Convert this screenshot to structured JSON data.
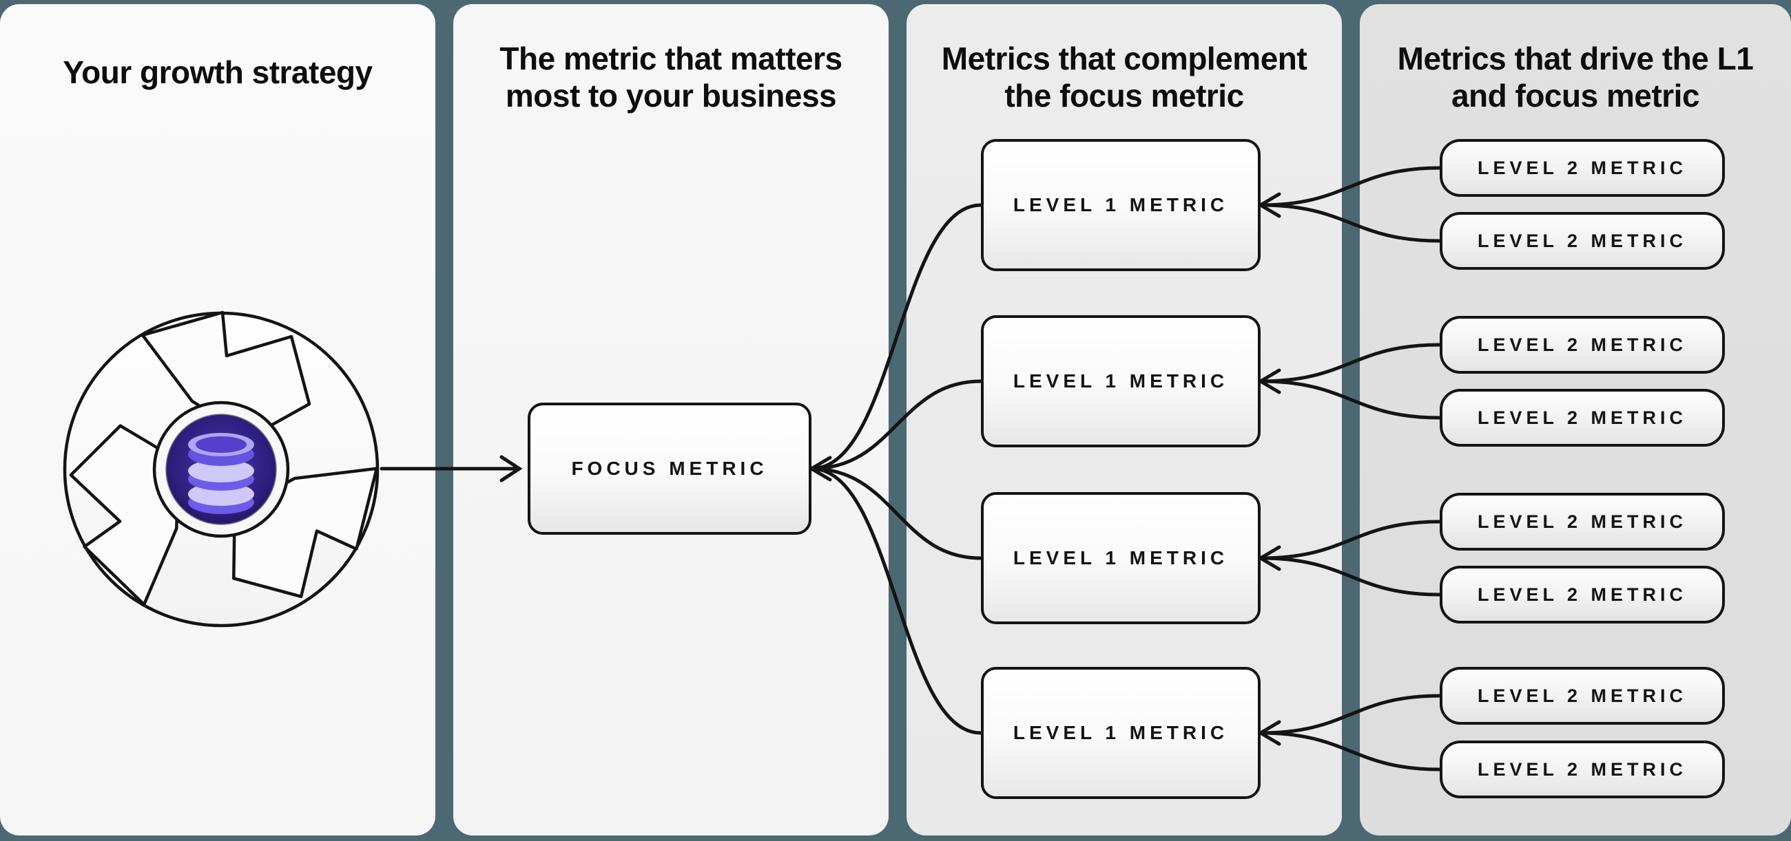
{
  "colors": {
    "background": "#4C6873",
    "panel1": "#F8F8F8",
    "panel2": "#F5F5F5",
    "panel3": "#EBEBEB",
    "panel4": "#DFDFDF",
    "line": "#141414",
    "icon_circle_center": "#4A37A9",
    "icon_circle_edge": "#201257",
    "icon_disc_light": "#CFC9FA",
    "icon_disc_mid": "#6D5BEA",
    "icon_disc_dark": "#5440CC"
  },
  "panels": [
    {
      "title_lines": [
        "Your growth strategy"
      ]
    },
    {
      "title_lines": [
        "The metric that matters",
        "most to your business"
      ]
    },
    {
      "title_lines": [
        "Metrics that complement",
        "the focus metric"
      ]
    },
    {
      "title_lines": [
        "Metrics that drive the L1",
        "and focus metric"
      ]
    }
  ],
  "nodes": {
    "focus": {
      "label": "FOCUS METRIC"
    },
    "level1": [
      {
        "label": "LEVEL 1 METRIC"
      },
      {
        "label": "LEVEL 1 METRIC"
      },
      {
        "label": "LEVEL 1 METRIC"
      },
      {
        "label": "LEVEL 1 METRIC"
      }
    ],
    "level2": [
      {
        "label": "LEVEL 2 METRIC"
      },
      {
        "label": "LEVEL 2 METRIC"
      },
      {
        "label": "LEVEL 2 METRIC"
      },
      {
        "label": "LEVEL 2 METRIC"
      },
      {
        "label": "LEVEL 2 METRIC"
      },
      {
        "label": "LEVEL 2 METRIC"
      },
      {
        "label": "LEVEL 2 METRIC"
      },
      {
        "label": "LEVEL 2 METRIC"
      }
    ]
  },
  "icon": {
    "name": "flywheel-database-icon"
  }
}
